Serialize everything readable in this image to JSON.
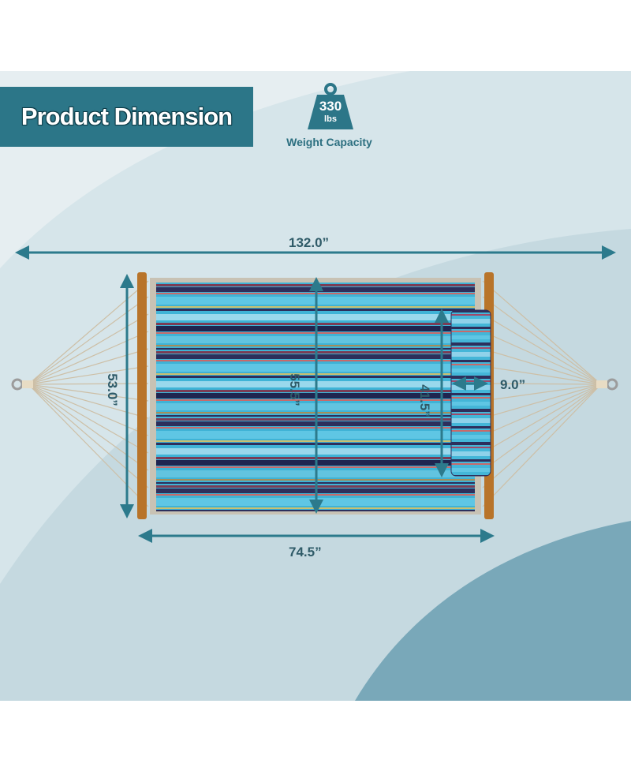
{
  "header": {
    "title": "Product Dimension",
    "weight_value": "330",
    "weight_unit": "lbs",
    "weight_caption": "Weight Capacity",
    "weight_icon": "weight-icon"
  },
  "dimensions": {
    "total_length": "132.0”",
    "bed_width": "53.0”",
    "bed_length": "55.5”",
    "pillow_length": "41.5”",
    "pillow_width": "9.0”",
    "spreader_length": "74.5”"
  },
  "colors": {
    "accent": "#2c7688",
    "arrow": "#2c7a8c",
    "background_light": "#e6eef1",
    "background_mid": "#d4e3e8",
    "background_dark": "#79a8b9",
    "fabric_turquoise": "#3fb3d6",
    "fabric_navy": "#2d2f5c",
    "fabric_maroon": "#7a3c55",
    "wood": "#b8742a"
  }
}
